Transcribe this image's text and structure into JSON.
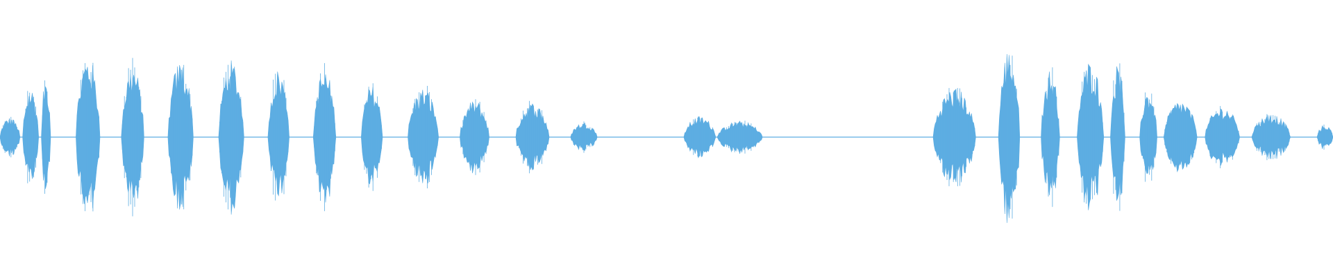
{
  "waveform": {
    "color": "#5dade2",
    "duration_fraction_range": [
      0,
      1
    ],
    "bursts": [
      {
        "start": 0.0,
        "end": 0.015,
        "amp": 0.16
      },
      {
        "start": 0.017,
        "end": 0.029,
        "amp": 0.4
      },
      {
        "start": 0.031,
        "end": 0.038,
        "amp": 0.48
      },
      {
        "start": 0.057,
        "end": 0.075,
        "amp": 0.66
      },
      {
        "start": 0.091,
        "end": 0.108,
        "amp": 0.58
      },
      {
        "start": 0.126,
        "end": 0.145,
        "amp": 0.62
      },
      {
        "start": 0.164,
        "end": 0.183,
        "amp": 0.62
      },
      {
        "start": 0.201,
        "end": 0.217,
        "amp": 0.55
      },
      {
        "start": 0.235,
        "end": 0.252,
        "amp": 0.55
      },
      {
        "start": 0.271,
        "end": 0.287,
        "amp": 0.42
      },
      {
        "start": 0.306,
        "end": 0.329,
        "amp": 0.4
      },
      {
        "start": 0.345,
        "end": 0.367,
        "amp": 0.3
      },
      {
        "start": 0.387,
        "end": 0.412,
        "amp": 0.28
      },
      {
        "start": 0.428,
        "end": 0.448,
        "amp": 0.12
      },
      {
        "start": 0.513,
        "end": 0.537,
        "amp": 0.17
      },
      {
        "start": 0.538,
        "end": 0.572,
        "amp": 0.13
      },
      {
        "start": 0.7,
        "end": 0.732,
        "amp": 0.4
      },
      {
        "start": 0.749,
        "end": 0.765,
        "amp": 0.72
      },
      {
        "start": 0.781,
        "end": 0.795,
        "amp": 0.55
      },
      {
        "start": 0.808,
        "end": 0.828,
        "amp": 0.62
      },
      {
        "start": 0.833,
        "end": 0.844,
        "amp": 0.58
      },
      {
        "start": 0.855,
        "end": 0.868,
        "amp": 0.38
      },
      {
        "start": 0.873,
        "end": 0.898,
        "amp": 0.3
      },
      {
        "start": 0.904,
        "end": 0.93,
        "amp": 0.25
      },
      {
        "start": 0.939,
        "end": 0.968,
        "amp": 0.19
      },
      {
        "start": 0.988,
        "end": 1.0,
        "amp": 0.1
      }
    ]
  }
}
